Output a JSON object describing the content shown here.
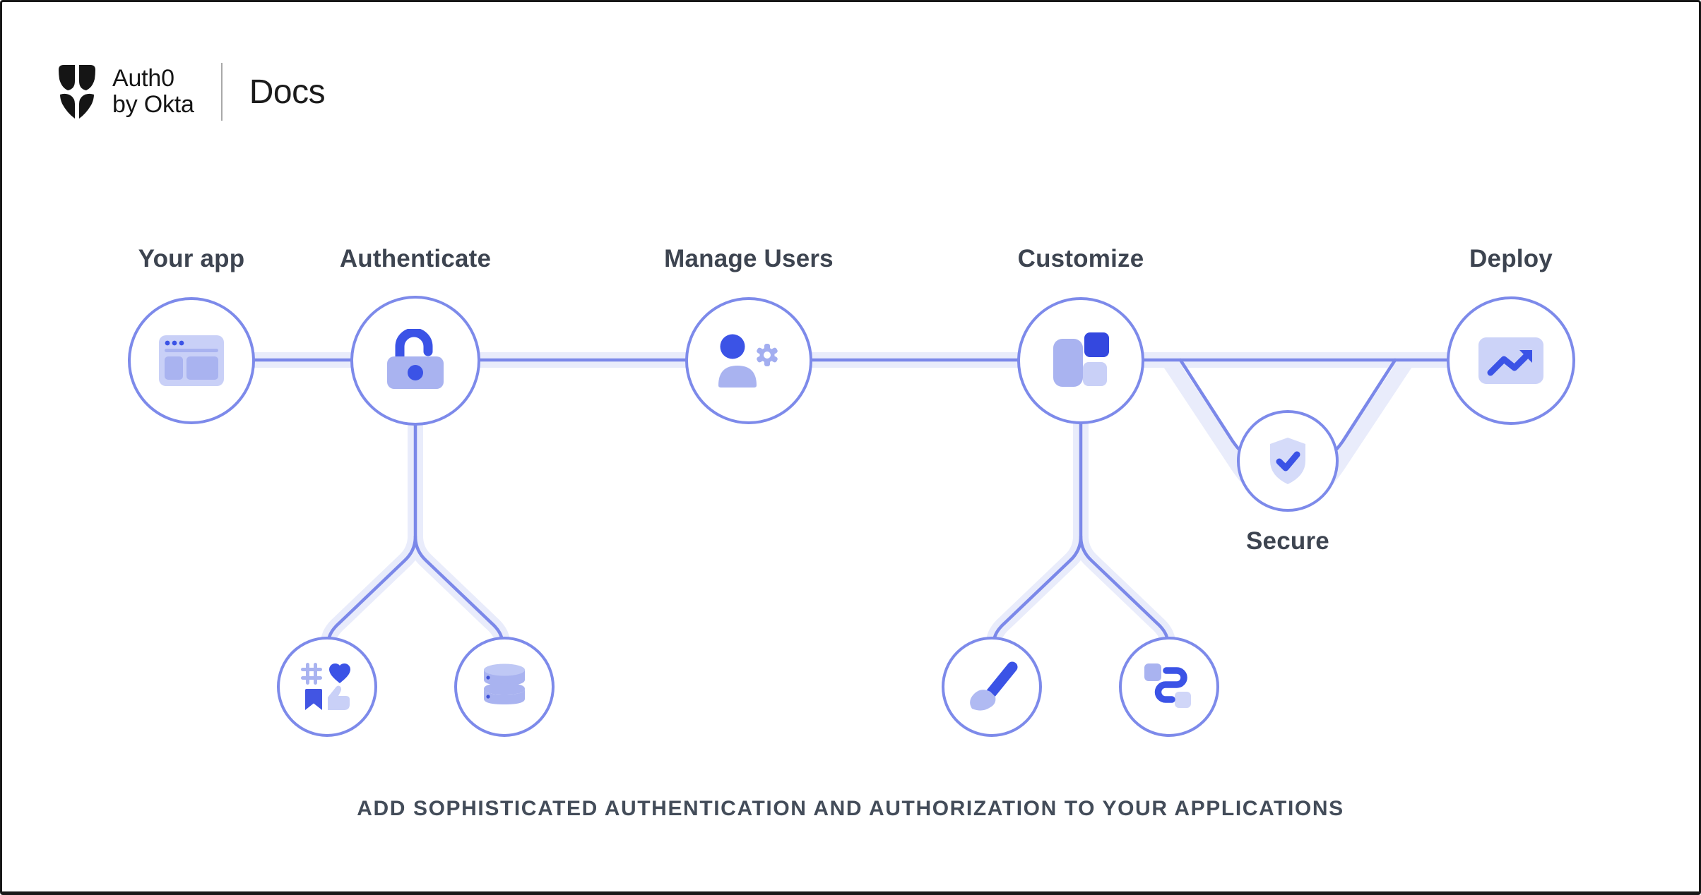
{
  "header": {
    "brand_line1": "Auth0",
    "brand_line2": "by Okta",
    "product": "Docs"
  },
  "nodes": {
    "your_app": {
      "label": "Your app",
      "icon": "browser-window-icon"
    },
    "authenticate": {
      "label": "Authenticate",
      "icon": "open-padlock-icon"
    },
    "manage_users": {
      "label": "Manage Users",
      "icon": "user-gear-icon"
    },
    "customize": {
      "label": "Customize",
      "icon": "layout-blocks-icon"
    },
    "secure": {
      "label": "Secure",
      "icon": "shield-check-icon"
    },
    "deploy": {
      "label": "Deploy",
      "icon": "trending-up-icon"
    },
    "social_connections": {
      "icon": "social-engagement-icon"
    },
    "database": {
      "icon": "database-icon"
    },
    "branding": {
      "icon": "paintbrush-icon"
    },
    "flows": {
      "icon": "flow-route-icon"
    }
  },
  "tagline": "ADD SOPHISTICATED AUTHENTICATION AND AUTHORIZATION TO YOUR APPLICATIONS",
  "colors": {
    "accent_blue": "#3b53e6",
    "periwinkle": "#a9b3f0",
    "light_periwinkle": "#c9d0f7",
    "connector_band": "#e9ecfb",
    "connector_line": "#7b88e9",
    "circle_ring": "#7d8aea",
    "label_text": "#3d4450",
    "tagline_text": "#434c59",
    "logo_black": "#151515"
  }
}
